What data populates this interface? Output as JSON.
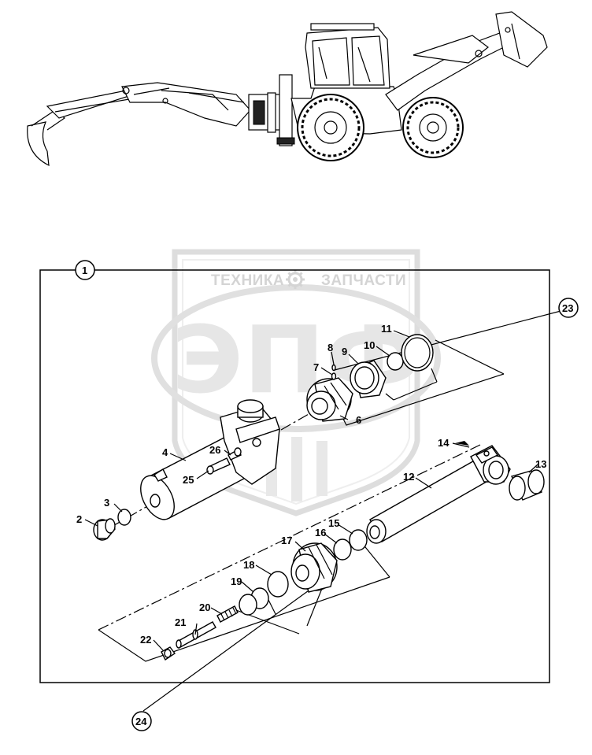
{
  "watermark": {
    "text_left": "ТЕХНИКА",
    "text_right": "ЗАПЧАСТИ",
    "logo_letters": "ЭПФ",
    "gear_icon": "gear-icon",
    "color": "#d4d4d4"
  },
  "callouts": {
    "c1": "1",
    "c2": "2",
    "c3": "3",
    "c4": "4",
    "c6": "6",
    "c7": "7",
    "c8": "8",
    "c9": "9",
    "c10": "10",
    "c11": "11",
    "c12": "12",
    "c13": "13",
    "c14": "14",
    "c15": "15",
    "c16": "16",
    "c17": "17",
    "c18": "18",
    "c19": "19",
    "c20": "20",
    "c21": "21",
    "c22": "22",
    "c23": "23",
    "c24": "24",
    "c25": "25",
    "c26": "26"
  },
  "machine_icon": "backhoe-loader-icon",
  "line_color": "#000000"
}
